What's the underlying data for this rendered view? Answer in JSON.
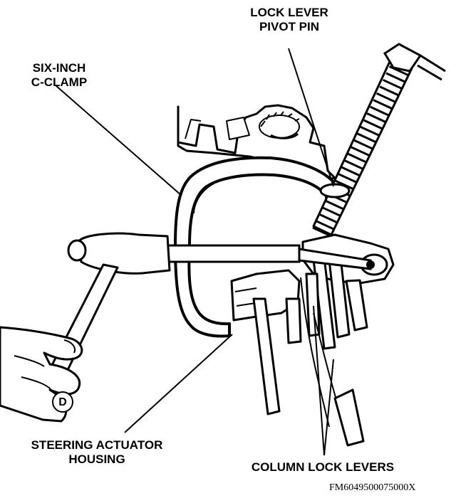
{
  "labels": {
    "lock_lever_pivot_pin": [
      "LOCK LEVER",
      "PIVOT PIN"
    ],
    "six_inch_c_clamp": [
      "SIX-INCH",
      "C-CLAMP"
    ],
    "steering_actuator_housing": [
      "STEERING ACTUATOR",
      "HOUSING"
    ],
    "column_lock_levers": "COLUMN LOCK LEVERS"
  },
  "figure_code": "FM6049500075000X",
  "hand_marker": "D",
  "colors": {
    "ink": "#000000",
    "paper": "#ffffff"
  }
}
